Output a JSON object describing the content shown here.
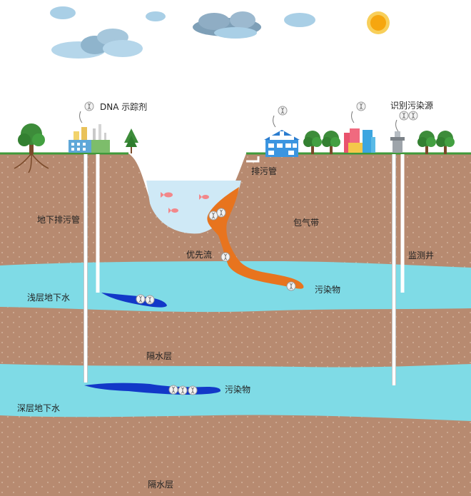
{
  "labels": {
    "dna_tracer": "DNA 示踪剂",
    "identify_source": "识别污染源",
    "sewer_outfall": "排污管",
    "underground_sewer": "地下排污管",
    "vadose_zone": "包气带",
    "preferential_flow": "优先流",
    "monitoring_well": "监测井",
    "shallow_groundwater": "浅层地下水",
    "pollutant_shallow": "污染物",
    "aquitard_upper": "隔水层",
    "pollutant_deep": "污染物",
    "deep_groundwater": "深层地下水",
    "aquitard_lower": "隔水层"
  },
  "colors": {
    "soil": "#b78a70",
    "soil_dots": "#d7b9a3",
    "aquifer": "#7fdbe6",
    "pond_water": "#cfe9f6",
    "grass": "#3f9a3a",
    "orange_plume": "#e8741e",
    "blue_plume": "#1238c8",
    "sun": "#f6b70f",
    "cloud": "#a9c9de",
    "cloud_dark": "#7e9fb7"
  },
  "icons": [
    "cloud-icon",
    "sun-icon",
    "tree-icon",
    "factory-icon",
    "hospital-icon",
    "city-buildings-icon",
    "dna-tracer-icon",
    "fish-icon",
    "monitoring-well-rig-icon"
  ]
}
